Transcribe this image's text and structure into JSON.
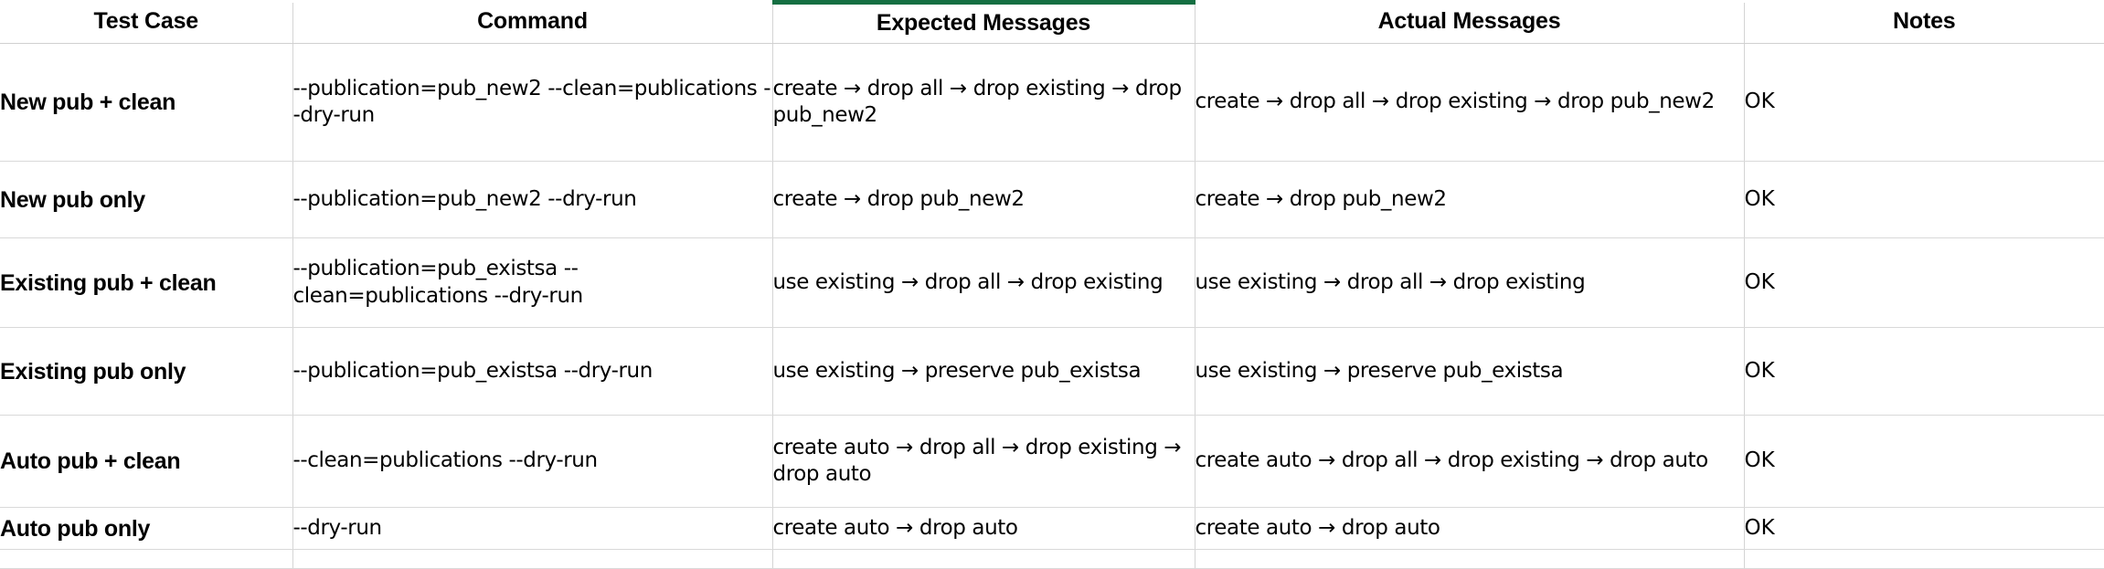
{
  "table": {
    "headers": [
      {
        "label": "Test Case",
        "name": "col-test-case",
        "highlight": false
      },
      {
        "label": "Command",
        "name": "col-command",
        "highlight": false
      },
      {
        "label": "Expected Messages",
        "name": "col-expected-messages",
        "highlight": true
      },
      {
        "label": "Actual Messages",
        "name": "col-actual-messages",
        "highlight": false
      },
      {
        "label": "Notes",
        "name": "col-notes",
        "highlight": false
      }
    ],
    "highlight_color": "#156f42",
    "grid_line_color": "#d4d4d4",
    "rows": [
      {
        "test_case": "New pub + clean",
        "command": "--publication=pub_new2 --clean=publications --dry-run",
        "expected": "create → drop all → drop existing → drop pub_new2",
        "actual": "create → drop all → drop existing → drop pub_new2",
        "notes": "OK"
      },
      {
        "test_case": "New pub only",
        "command": "--publication=pub_new2 --dry-run",
        "expected": "create → drop pub_new2",
        "actual": "create → drop pub_new2",
        "notes": "OK"
      },
      {
        "test_case": "Existing pub + clean",
        "command": "--publication=pub_existsa --clean=publications --dry-run",
        "expected": "use existing → drop all → drop existing",
        "actual": "use existing → drop all → drop existing",
        "notes": "OK"
      },
      {
        "test_case": "Existing pub only",
        "command": "--publication=pub_existsa --dry-run",
        "expected": "use existing → preserve pub_existsa",
        "actual": "use existing → preserve pub_existsa",
        "notes": "OK"
      },
      {
        "test_case": "Auto pub + clean",
        "command": "--clean=publications --dry-run",
        "expected": "create auto → drop all → drop existing → drop auto",
        "actual": "create auto → drop all → drop existing → drop auto",
        "notes": "OK"
      },
      {
        "test_case": "Auto pub only",
        "command": "--dry-run",
        "expected": "create auto → drop auto",
        "actual": "create auto → drop auto",
        "notes": "OK"
      }
    ]
  }
}
